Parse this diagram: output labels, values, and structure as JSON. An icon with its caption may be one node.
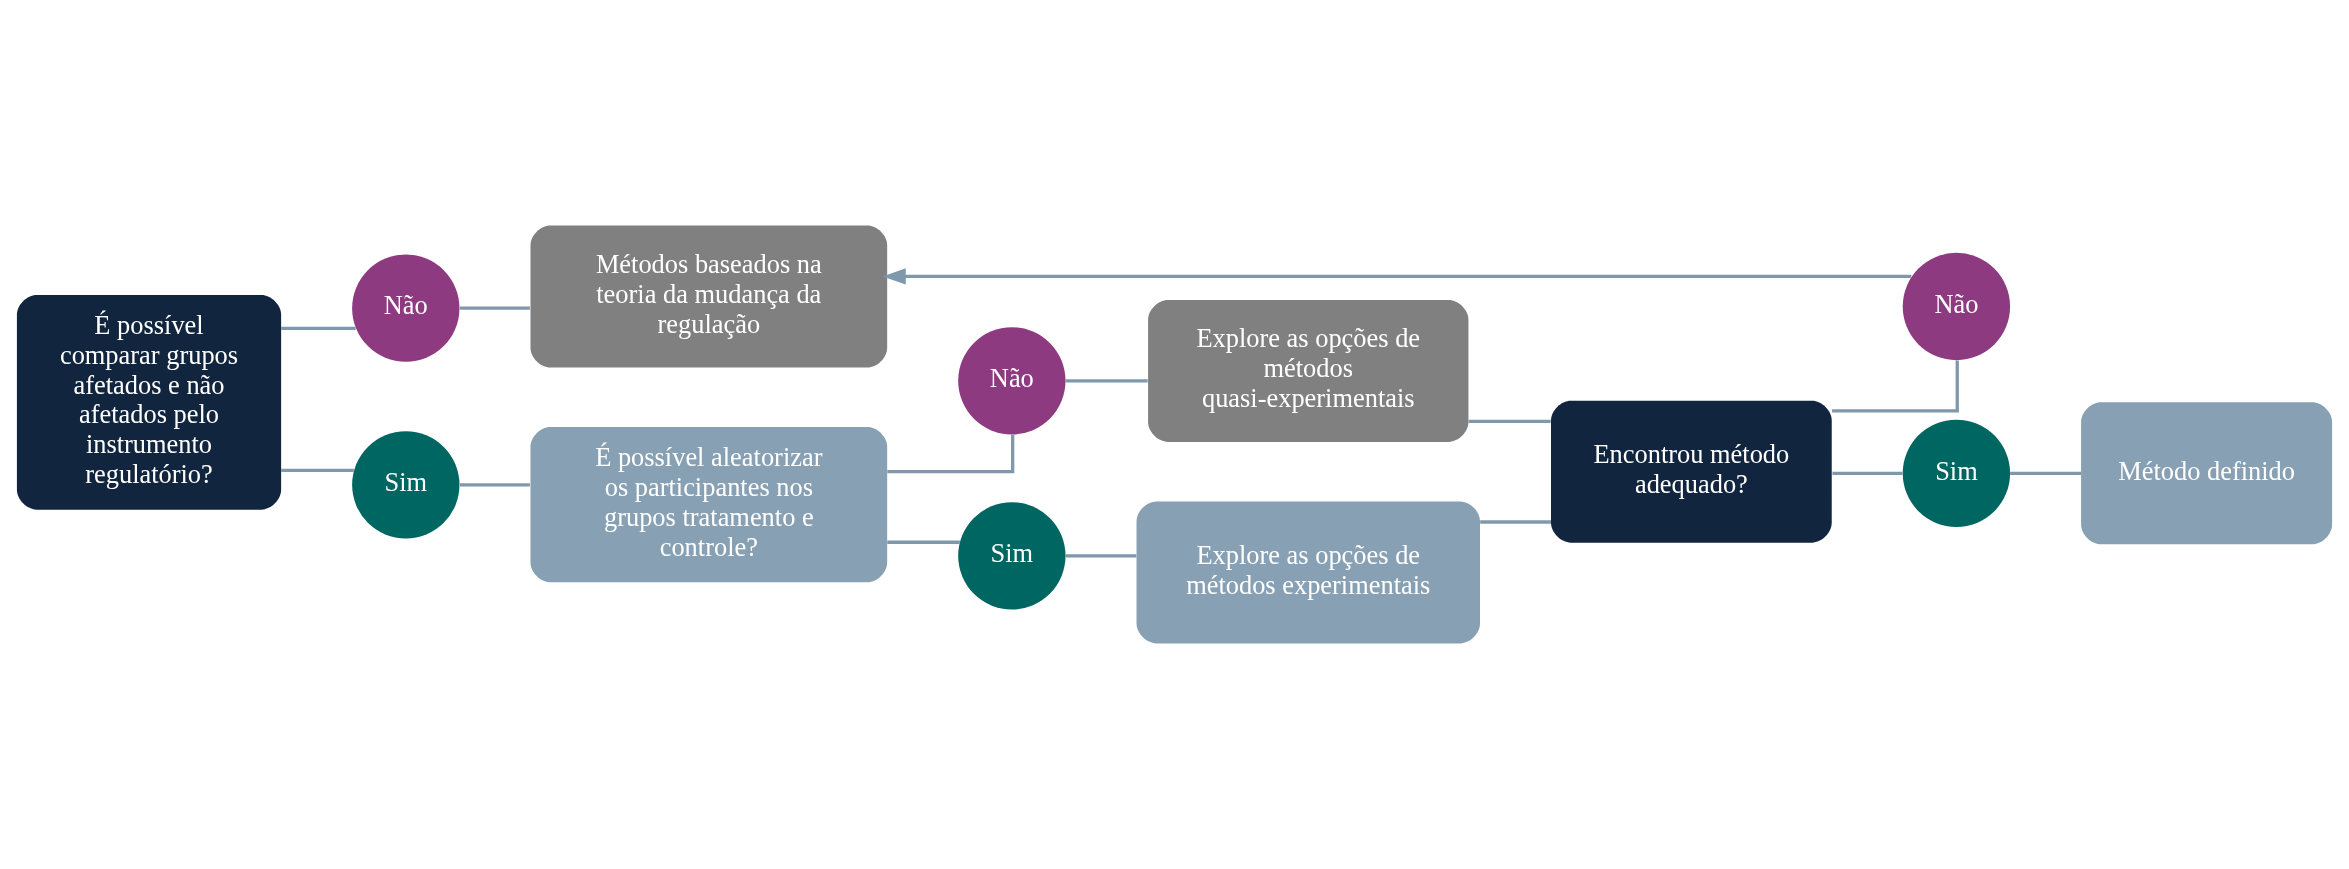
{
  "diagram": {
    "nodes": [
      {
        "text": [
          "É possível comparar grupos afetados e não afetados pelo instrumento regulatório?"
        ]
      },
      {
        "text": [
          "Não"
        ]
      },
      {
        "text": [
          "Métodos baseados na teoria da mudança da regulação"
        ]
      },
      {
        "text": [
          "Sim"
        ]
      },
      {
        "text": [
          "É possível aleatorizar os participantes nos grupos tratamento e controle?"
        ]
      },
      {
        "text": [
          "Não"
        ]
      },
      {
        "text": [
          "Explore as opções de métodos quasi-experimentais"
        ]
      },
      {
        "text": [
          "Sim"
        ]
      },
      {
        "text": [
          "Explore as opções de métodos experimentais"
        ]
      },
      {
        "text": [
          "Encontrou método adequado?"
        ]
      },
      {
        "text": [
          "Não"
        ]
      },
      {
        "text": [
          "Sim"
        ]
      },
      {
        "text": [
          "Método definido"
        ]
      }
    ],
    "edges": [
      {
        "from": 0,
        "to": 1,
        "arrow": "none"
      },
      {
        "from": 0,
        "to": 3,
        "arrow": "none"
      },
      {
        "from": 1,
        "to": 2,
        "arrow": "none"
      },
      {
        "from": 3,
        "to": 4,
        "arrow": "none"
      },
      {
        "from": 4,
        "to": 5,
        "arrow": "none"
      },
      {
        "from": 4,
        "to": 7,
        "arrow": "none"
      },
      {
        "from": 5,
        "to": 6,
        "arrow": "none"
      },
      {
        "from": 7,
        "to": 8,
        "arrow": "none"
      },
      {
        "from": 6,
        "to": 9,
        "arrow": "none"
      },
      {
        "from": 8,
        "to": 9,
        "arrow": "none"
      },
      {
        "from": 9,
        "to": 10,
        "arrow": "none"
      },
      {
        "from": 10,
        "to": 2,
        "arrow": "to"
      },
      {
        "from": 9,
        "to": 11,
        "arrow": "none"
      },
      {
        "from": 11,
        "to": 12,
        "arrow": "none"
      }
    ]
  }
}
